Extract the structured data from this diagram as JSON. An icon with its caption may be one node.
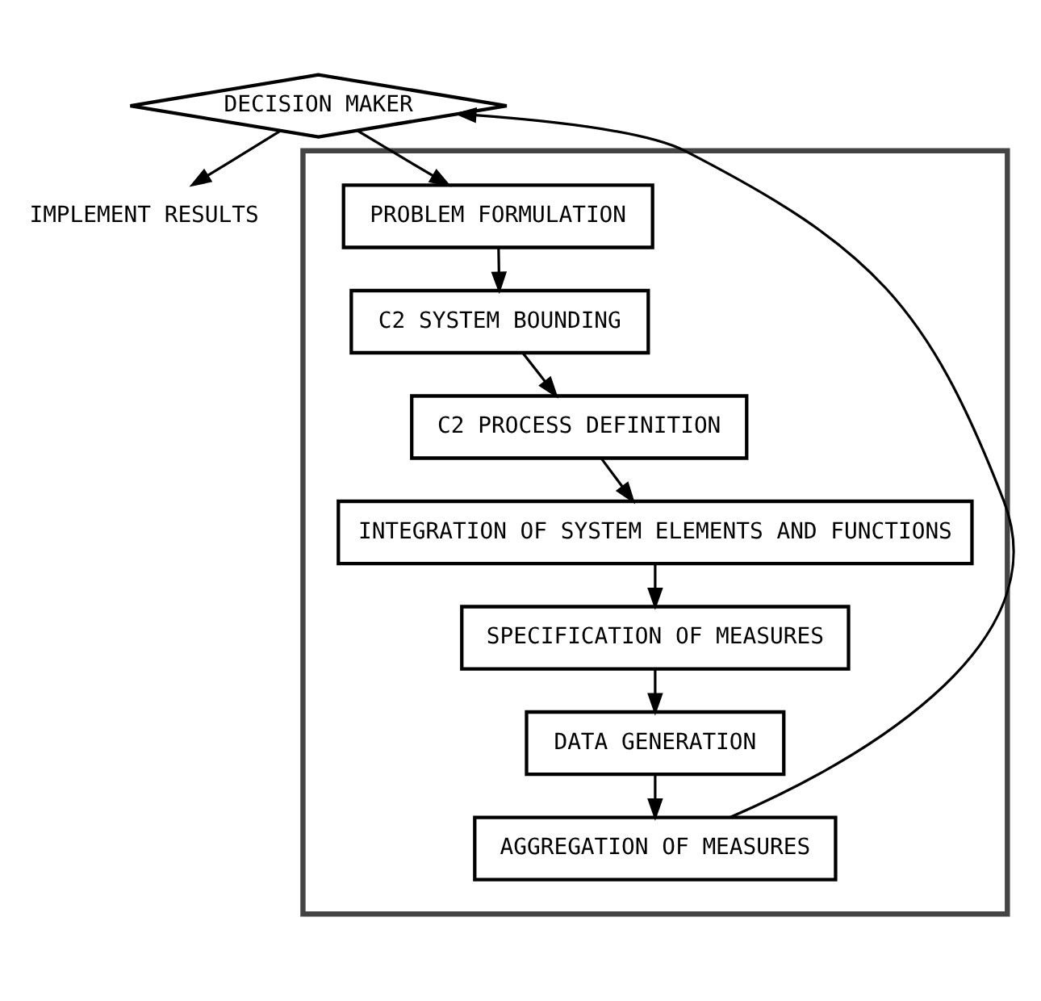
{
  "diagram": {
    "nodes": [
      {
        "text": [
          "DECISION MAKER"
        ]
      },
      {
        "text": [
          "IMPLEMENT RESULTS"
        ]
      },
      {
        "text": [],
        "shape": "box"
      },
      {
        "text": [
          "PROBLEM FORMULATION"
        ],
        "in": 2
      },
      {
        "text": [
          "C2 SYSTEM BOUNDING"
        ],
        "in": 2
      },
      {
        "text": [
          "C2 PROCESS DEFINITION"
        ],
        "in": 2
      },
      {
        "text": [
          "INTEGRATION OF SYSTEM ELEMENTS AND FUNCTIONS"
        ],
        "in": 2
      },
      {
        "text": [
          "SPECIFICATION OF MEASURES"
        ],
        "in": 2
      },
      {
        "text": [
          "DATA GENERATION"
        ],
        "in": 2
      },
      {
        "text": [
          "AGGREGATION OF MEASURES"
        ],
        "in": 2
      }
    ],
    "edges": [
      {
        "from": 0,
        "to": 3,
        "arrow": "to"
      },
      {
        "from": 3,
        "to": 4,
        "arrow": "to"
      },
      {
        "from": 4,
        "to": 5,
        "arrow": "to"
      },
      {
        "from": 5,
        "to": 6,
        "arrow": "to"
      },
      {
        "from": 6,
        "to": 7,
        "arrow": "to"
      },
      {
        "from": 7,
        "to": 8,
        "arrow": "to"
      },
      {
        "from": 8,
        "to": 9,
        "arrow": "to"
      },
      {
        "from": 9,
        "to": 0,
        "arrow": "to"
      },
      {
        "from": 0,
        "to": 1,
        "arrow": "to"
      }
    ]
  }
}
